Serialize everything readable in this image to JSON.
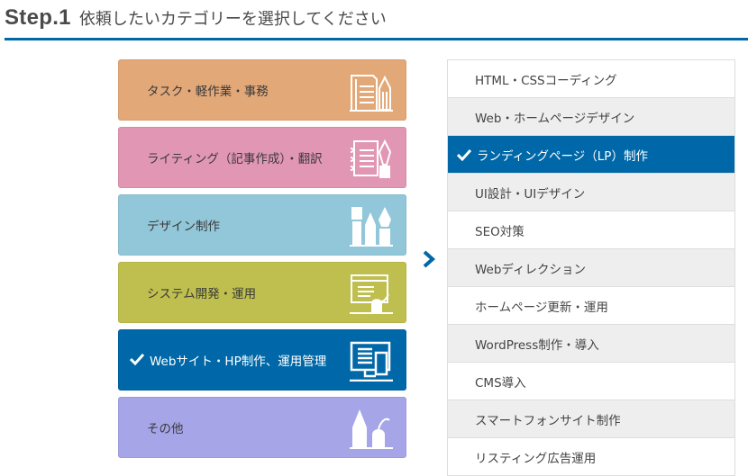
{
  "header": {
    "step": "Step.1",
    "title": "依頼したいカテゴリーを選択してください"
  },
  "colors": {
    "accent": "#0068a8",
    "task": "#e3a878",
    "writing": "#e196b4",
    "design": "#92c6d9",
    "system": "#bfbf4f",
    "web": "#0068a8",
    "other": "#a5a5e8"
  },
  "categories": [
    {
      "label": "タスク・軽作業・事務",
      "icon": "documents-pencil-icon",
      "selected": false
    },
    {
      "label": "ライティング（記事作成）・翻訳",
      "icon": "notebook-pen-icon",
      "selected": false
    },
    {
      "label": "デザイン制作",
      "icon": "design-tools-icon",
      "selected": false
    },
    {
      "label": "システム開発・運用",
      "icon": "monitor-mouse-icon",
      "selected": false
    },
    {
      "label": "Webサイト・HP制作、運用管理",
      "icon": "desktop-mobile-icon",
      "selected": true
    },
    {
      "label": "その他",
      "icon": "pencil-mouse-icon",
      "selected": false
    }
  ],
  "arrow": "chevron-right-icon",
  "subcategories": [
    {
      "label": "HTML・CSSコーディング",
      "selected": false
    },
    {
      "label": "Web・ホームページデザイン",
      "selected": false
    },
    {
      "label": "ランディングページ（LP）制作",
      "selected": true
    },
    {
      "label": "UI設計・UIデザイン",
      "selected": false
    },
    {
      "label": "SEO対策",
      "selected": false
    },
    {
      "label": "Webディレクション",
      "selected": false
    },
    {
      "label": "ホームページ更新・運用",
      "selected": false
    },
    {
      "label": "WordPress制作・導入",
      "selected": false
    },
    {
      "label": "CMS導入",
      "selected": false
    },
    {
      "label": "スマートフォンサイト制作",
      "selected": false
    },
    {
      "label": "リスティング広告運用",
      "selected": false
    }
  ]
}
